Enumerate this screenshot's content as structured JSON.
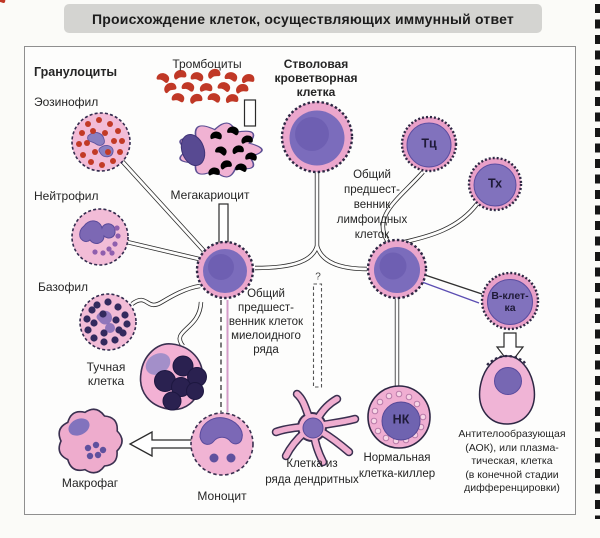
{
  "title": "Происхождение клеток, осуществляющих иммунный ответ",
  "legend": {
    "granulocytes_header": "Гранулоциты"
  },
  "labels": {
    "eosinophil": "Эозинофил",
    "neutrophil": "Нейтрофил",
    "basophil": "Базофил",
    "mast_cell": "Тучная\nклетка",
    "macrophage": "Макрофаг",
    "platelets": "Тромбоциты",
    "megakaryocyte": "Мегакариоцит",
    "stem_cell": "Стволовая\nкроветворная\nклетка",
    "myeloid_precursor": "Общий\nпредшест-\nвенник клеток\nмиелоидного\nряда",
    "lymphoid_precursor": "Общий\nпредшест-\nвенник\nлимфоидных\nклеток",
    "t_cytotoxic": "Тц",
    "t_helper": "Тх",
    "b_cell": "В-клет-\nка",
    "nk_abbr": "НК",
    "nk_caption": "Нормальная\nклетка-киллер",
    "monocyte": "Моноцит",
    "dendritic": "Клетка из\nряда дендритных",
    "plasma_cell": "Антителообразующая\n(АОК), или плазма-\nтическая, клетка\n(в конечной стадии\nдифференцировки)",
    "uncertain_link": "?"
  },
  "colors": {
    "cytoplasm_pink": "#f0b0d2",
    "nucleus_purple": "#7b6cbc",
    "granule_red": "#c03826",
    "granule_dark": "#2d2451",
    "title_bar": "#d4d4d1",
    "line": "#2b2b2b"
  }
}
